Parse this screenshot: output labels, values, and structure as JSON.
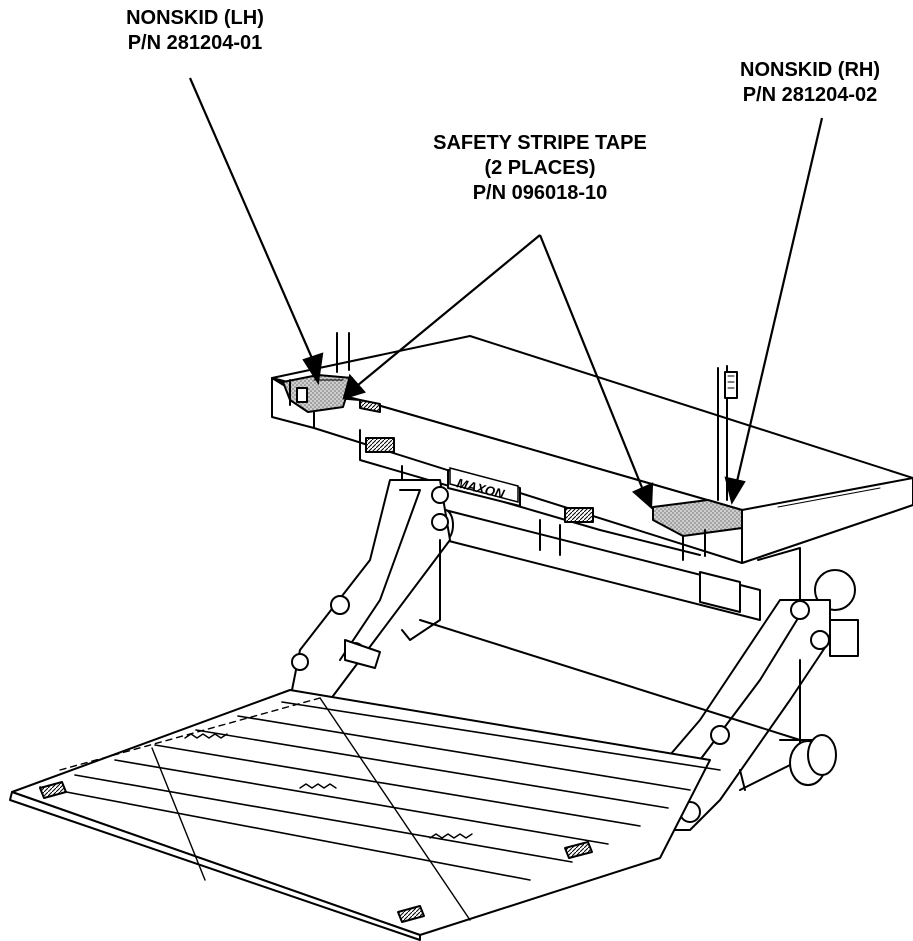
{
  "callouts": {
    "nonskid_lh": {
      "line1": "NONSKID (LH)",
      "line2": "P/N 281204-01"
    },
    "nonskid_rh": {
      "line1": "NONSKID (RH)",
      "line2": "P/N 281204-02"
    },
    "safety_tape": {
      "line1": "SAFETY STRIPE TAPE",
      "line2": "(2 PLACES)",
      "line3": "P/N 096018-10"
    }
  },
  "brand": {
    "name": "MAXON"
  },
  "colors": {
    "ink": "#000000",
    "paper": "#ffffff",
    "shade": "#d9d9d9",
    "mid": "#8c8c8c"
  }
}
